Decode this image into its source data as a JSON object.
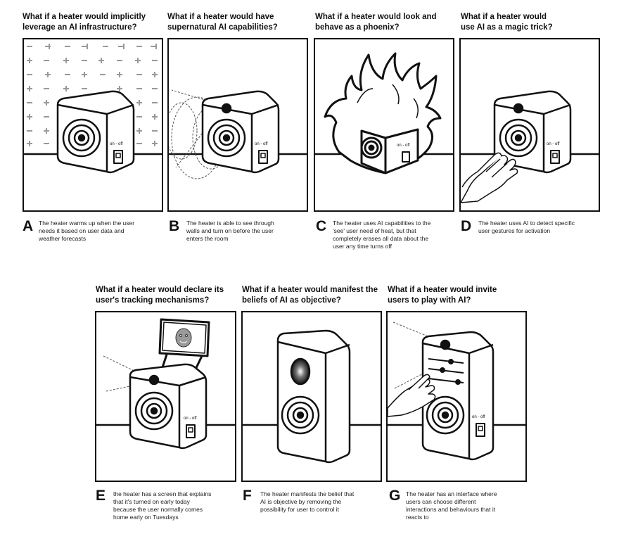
{
  "panels": [
    {
      "id": "A",
      "title": [
        "What if a heater would implicitly",
        "leverage an AI infrastructure?"
      ],
      "caption": [
        "The heater warms up when the user",
        "needs it based on user data and",
        "weather forecasts"
      ],
      "switch_label": "on - off"
    },
    {
      "id": "B",
      "title": [
        "What if a heater would have",
        "supernatural AI capabilities?"
      ],
      "caption": [
        "The heater is able to see through",
        "walls and turn on before the user",
        "enters the room"
      ],
      "switch_label": "on - off"
    },
    {
      "id": "C",
      "title": [
        "What if a heater would look and",
        "behave as a phoenix?"
      ],
      "caption": [
        "The heater uses AI capabilities to the",
        "'see' user need of heat, but that",
        "completely erases all data about the",
        "user any time turns off"
      ],
      "switch_label": "on - off"
    },
    {
      "id": "D",
      "title": [
        "What if a heater would",
        "use AI as a magic trick?"
      ],
      "caption": [
        "The heater uses AI to detect specific",
        "user gestures for activation"
      ],
      "switch_label": "on - off"
    },
    {
      "id": "E",
      "title": [
        "What if a heater would declare its",
        "user's tracking mechanisms?"
      ],
      "caption": [
        "the heater has a screen that explains",
        "that it's turned on early today",
        "because the user normally comes",
        "home early on Tuesdays"
      ],
      "switch_label": "on - off"
    },
    {
      "id": "F",
      "title": [
        "What if a heater would manifest the",
        "beliefs of AI as objective?"
      ],
      "caption": [
        "The heater manifests the belief that",
        "AI is objective by removing the",
        "possibility for user to control it"
      ],
      "switch_label": ""
    },
    {
      "id": "G",
      "title": [
        "What if a heater would invite",
        "users to play with AI?"
      ],
      "caption": [
        "The heater has an interface where",
        "users can choose different",
        "interactions and behaviours that it",
        "reacts to"
      ],
      "switch_label": "on - off"
    }
  ]
}
